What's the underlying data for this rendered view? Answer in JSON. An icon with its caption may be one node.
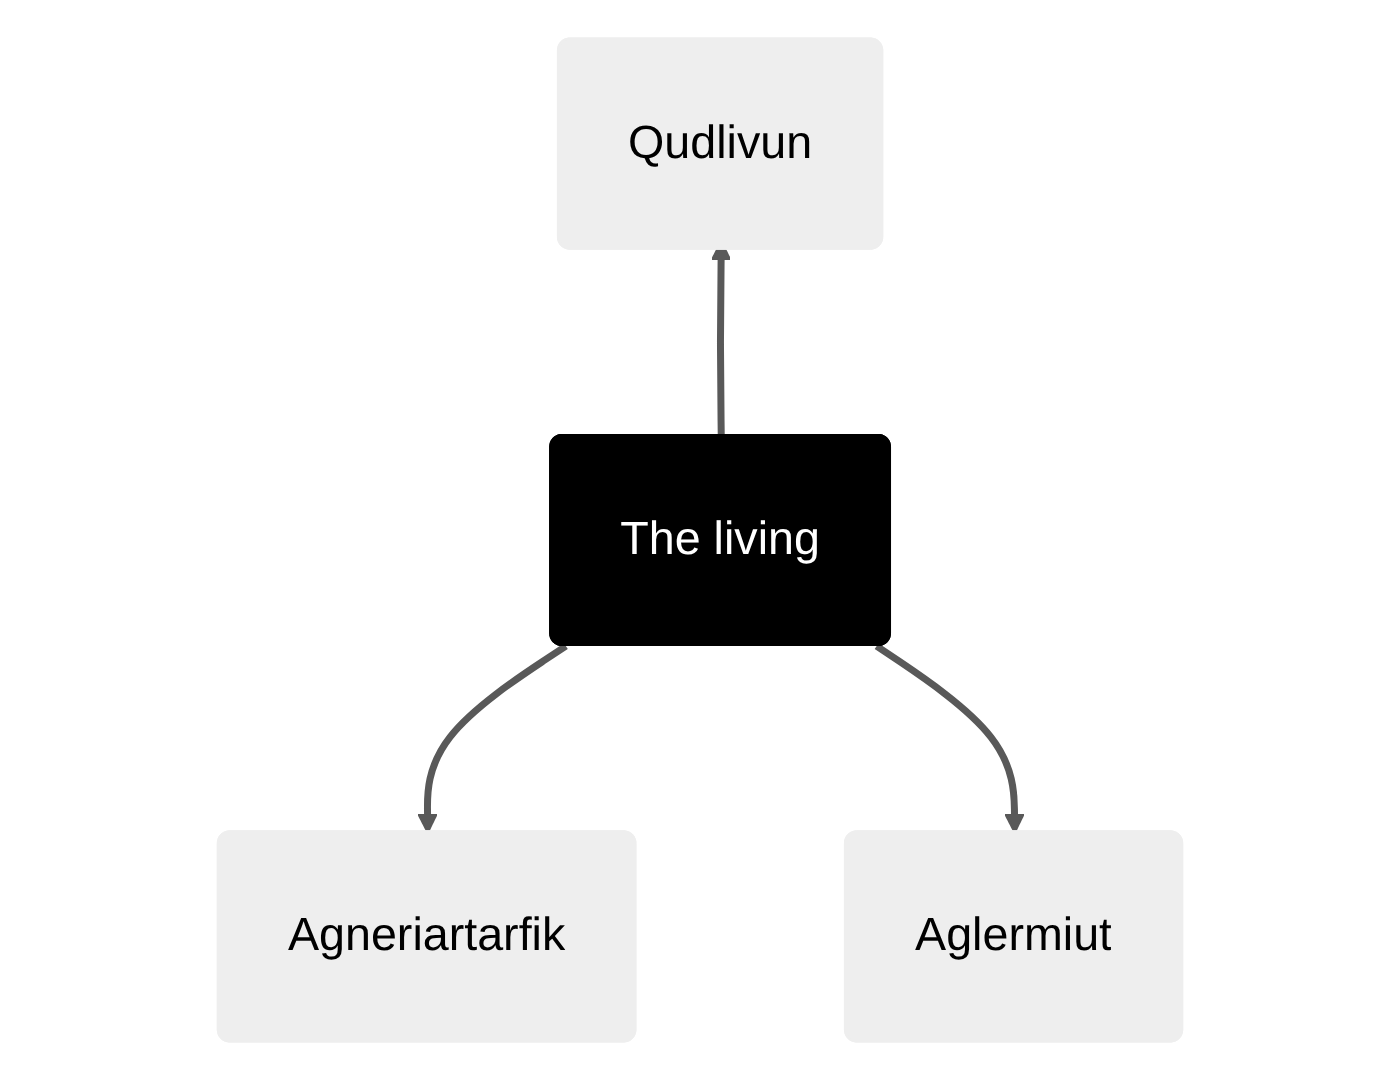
{
  "diagram": {
    "nodes": [
      {
        "text": [
          "The living"
        ]
      },
      {
        "text": [
          "Qudlivun"
        ]
      },
      {
        "text": [
          "Agneriartarfik"
        ]
      },
      {
        "text": [
          "Aglermiut"
        ]
      }
    ],
    "edges": [
      {
        "from": 0,
        "to": 1,
        "arrow": "to"
      },
      {
        "from": 0,
        "to": 2,
        "arrow": "to"
      },
      {
        "from": 0,
        "to": 3,
        "arrow": "to"
      }
    ]
  }
}
